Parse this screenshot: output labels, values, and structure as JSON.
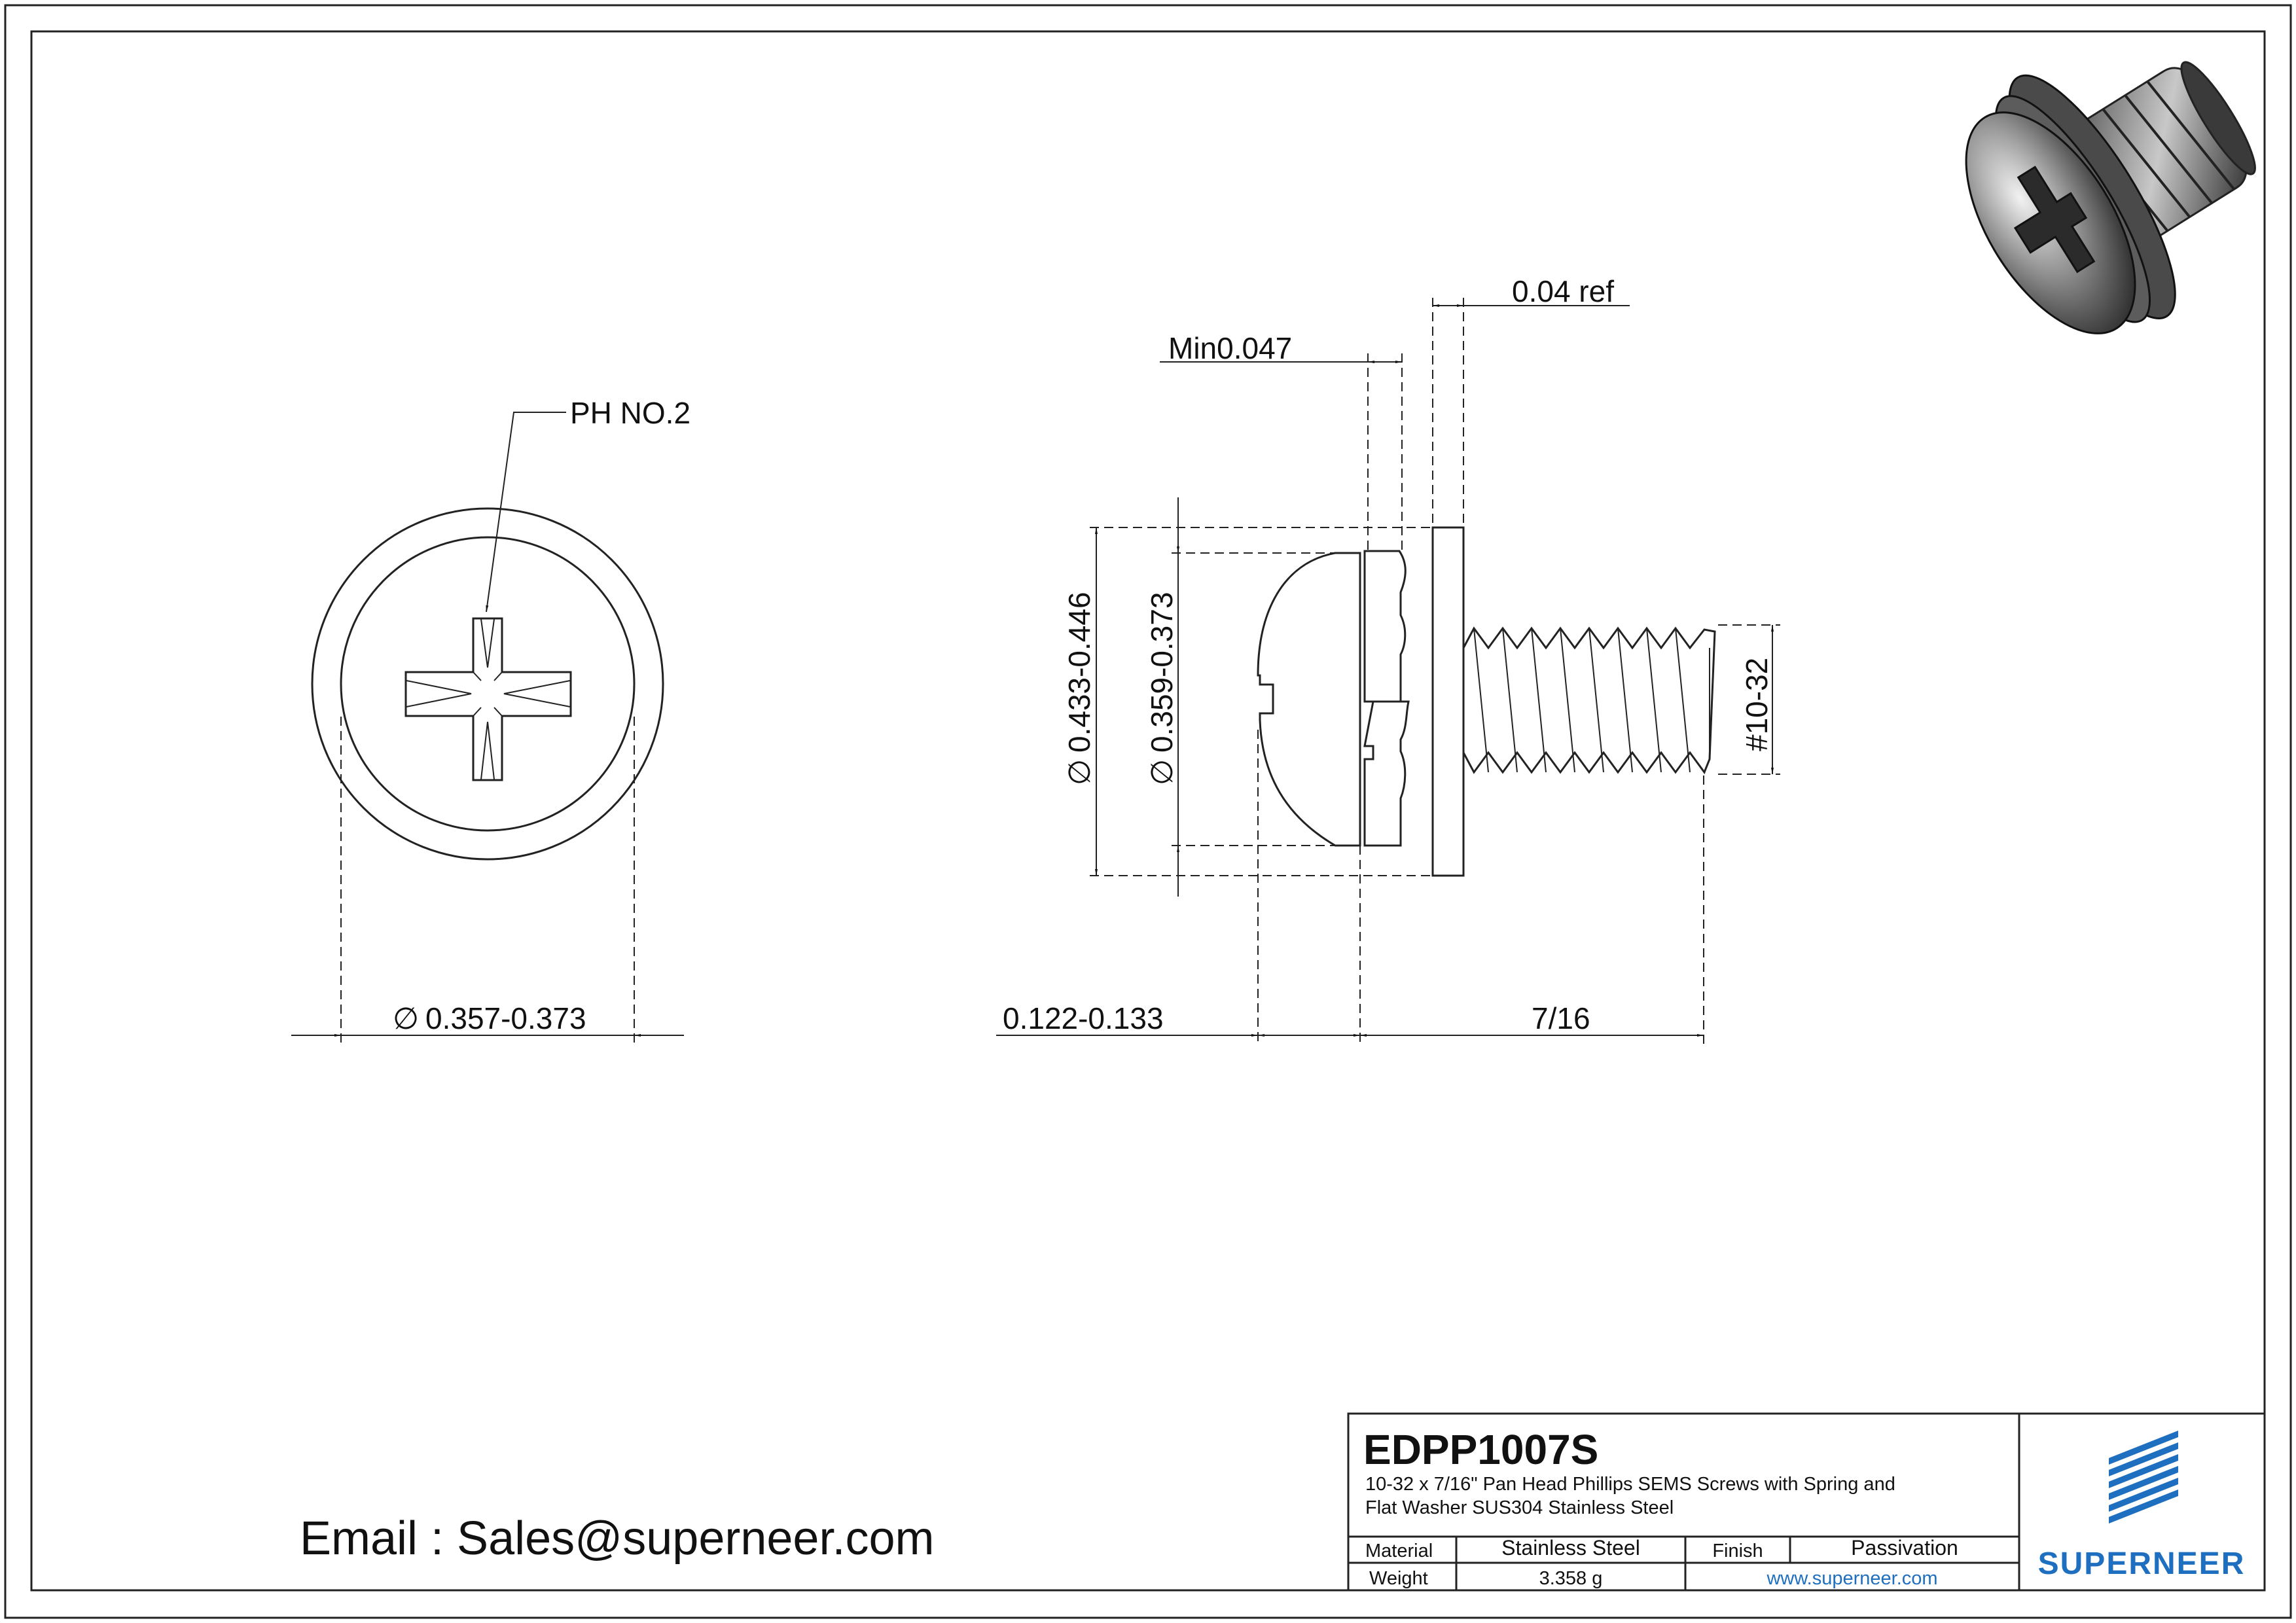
{
  "drawing": {
    "labels": {
      "recess": "PH NO.2",
      "head_dia": "0.357-0.373",
      "washer_dia": "0.433-0.446",
      "spring_dia": "0.359-0.373",
      "min_thk": "Min0.047",
      "flat_thk": "0.04 ref",
      "head_height": "0.122-0.133",
      "length": "7/16",
      "thread": "#10-32",
      "dia_symbol": "∅"
    },
    "email": "Email : Sales@superneer.com"
  },
  "title_block": {
    "part_no": "EDPP1007S",
    "description_line1": "10-32 x 7/16\" Pan Head Phillips SEMS Screws with Spring and",
    "description_line2": "Flat Washer SUS304 Stainless Steel",
    "material_label": "Material",
    "material_value": "Stainless Steel",
    "finish_label": "Finish",
    "finish_value": "Passivation",
    "weight_label": "Weight",
    "weight_value": "3.358 g",
    "website": "www.superneer.com",
    "brand": "SUPERNEER",
    "brand_color": "#1f6fc0"
  },
  "icons": {
    "render": "screw-3d-icon",
    "logo": "superneer-logo-icon"
  }
}
